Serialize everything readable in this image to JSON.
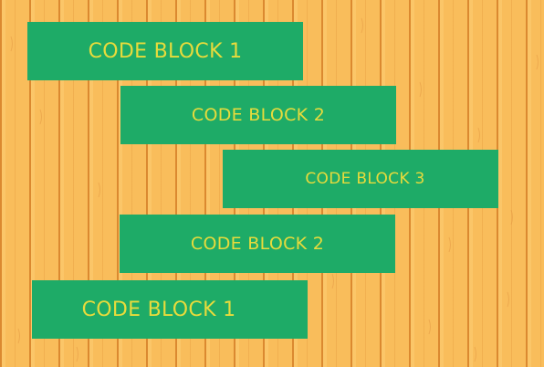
{
  "blocks": [
    {
      "label": "CODE BLOCK 1"
    },
    {
      "label": "CODE BLOCK 2"
    },
    {
      "label": "CODE BLOCK 3"
    },
    {
      "label": "CODE BLOCK 2"
    },
    {
      "label": "CODE BLOCK 1"
    }
  ],
  "colors": {
    "background": "#f9bd5b",
    "plank_line": "#d68028",
    "block_fill": "#1eab67",
    "block_text": "#e7db3c"
  }
}
